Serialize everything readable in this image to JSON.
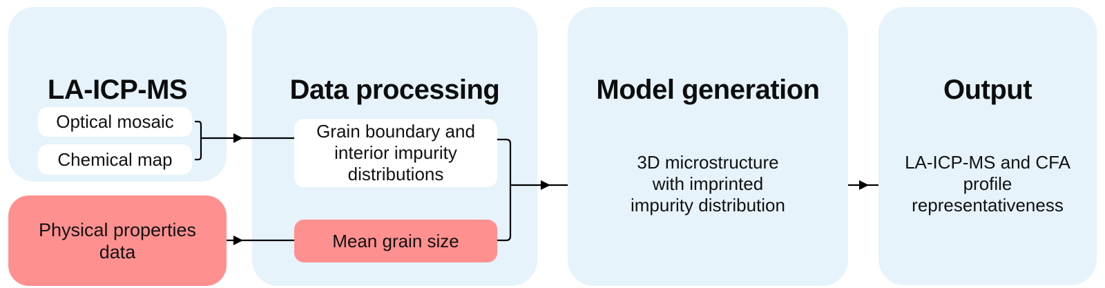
{
  "diagram": {
    "stages": [
      {
        "id": "la-icp-ms",
        "title": "LA-ICP-MS",
        "items": [
          "Optical mosaic",
          "Chemical map"
        ]
      },
      {
        "id": "data-processing",
        "title": "Data processing",
        "items": [
          "Grain boundary and interior impurity distributions",
          "Mean grain size"
        ]
      },
      {
        "id": "model-generation",
        "title": "Model generation",
        "body": "3D microstructure with imprinted impurity distribution"
      },
      {
        "id": "output",
        "title": "Output",
        "body": "LA-ICP-MS and CFA profile representativeness"
      }
    ],
    "inputs": {
      "physical_properties": "Physical properties data"
    },
    "edges": [
      {
        "from": "Optical mosaic + Chemical map",
        "to": "Grain boundary and interior impurity distributions"
      },
      {
        "from": "Physical properties data",
        "to": "Mean grain size"
      },
      {
        "from": "Grain boundary and interior impurity distributions + Mean grain size",
        "to": "Model generation"
      },
      {
        "from": "Model generation",
        "to": "Output"
      }
    ],
    "colors": {
      "panel": "#E6F3FB",
      "highlight": "#FF9090",
      "card": "#FFFFFF",
      "line": "#000000"
    }
  }
}
